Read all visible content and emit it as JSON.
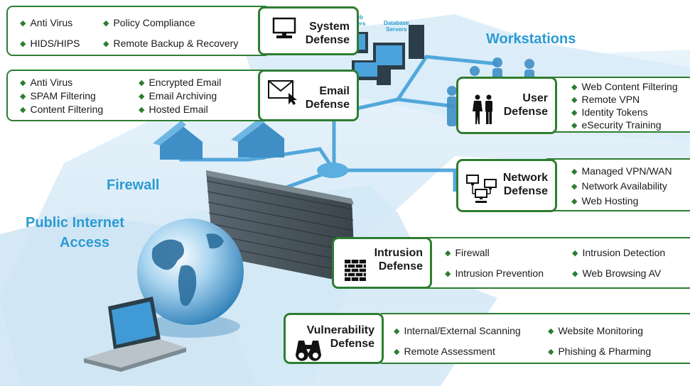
{
  "scene_labels": {
    "workstations": "Workstations",
    "firewall": "Firewall",
    "public_internet": "Public Internet",
    "access": "Access",
    "web_line1": "eb",
    "web_line2": "vers",
    "database_line1": "Database",
    "database_line2": "Servers"
  },
  "system_defense": {
    "title_line1": "System",
    "title_line2": "Defense",
    "icon": "monitor-icon",
    "items": [
      "Anti Virus",
      "Policy Compliance",
      "HIDS/HIPS",
      "Remote Backup & Recovery"
    ]
  },
  "email_defense": {
    "title_line1": "Email",
    "title_line2": "Defense",
    "icon": "envelope-icon",
    "items": [
      "Anti Virus",
      "Encrypted Email",
      "SPAM Filtering",
      "Email Archiving",
      "Content Filtering",
      "Hosted Email"
    ]
  },
  "user_defense": {
    "title_line1": "User",
    "title_line2": "Defense",
    "icon": "people-icon",
    "items": [
      "Web Content Filtering",
      "Remote VPN",
      "Identity Tokens",
      "eSecurity Training"
    ]
  },
  "network_defense": {
    "title_line1": "Network",
    "title_line2": "Defense",
    "icon": "network-icon",
    "items": [
      "Managed VPN/WAN",
      "Network Availability",
      "Web Hosting"
    ]
  },
  "intrusion_defense": {
    "title_line1": "Intrusion",
    "title_line2": "Defense",
    "icon": "brick-wall-icon",
    "items": [
      "Firewall",
      "Intrusion Detection",
      "Intrusion Prevention",
      "Web Browsing AV"
    ]
  },
  "vulnerability_defense": {
    "title_line1": "Vulnerability",
    "title_line2": "Defense",
    "icon": "binoculars-icon",
    "items": [
      "Internal/External Scanning",
      "Website Monitoring",
      "Remote Assessment",
      "Phishing & Pharming"
    ]
  },
  "colors": {
    "accent_green": "#2e7d32",
    "label_blue": "#2b9bd3",
    "floor_blue": "#cfe6f4"
  }
}
